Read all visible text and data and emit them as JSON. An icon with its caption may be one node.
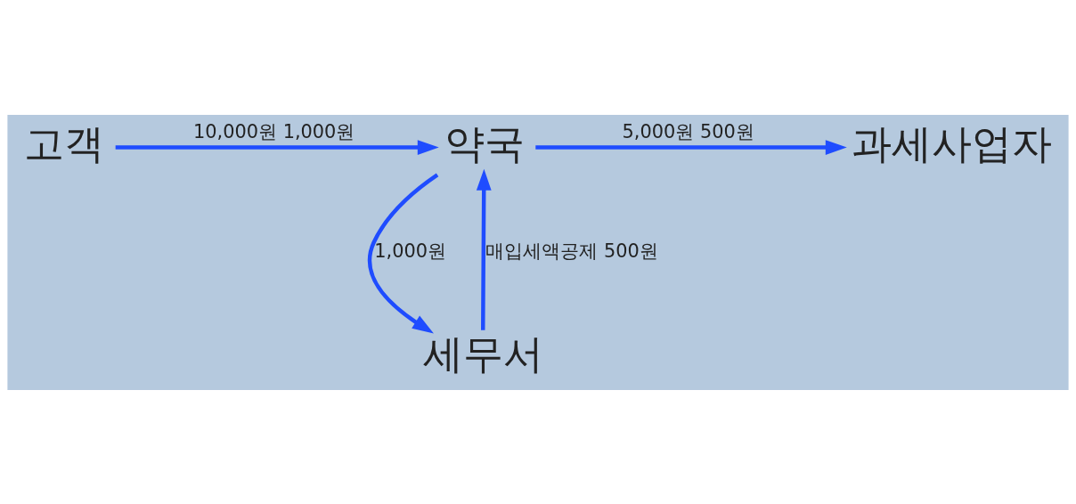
{
  "diagram": {
    "nodes": [
      {
        "text": [
          "과세사업자"
        ]
      },
      {
        "text": [
          "약국"
        ]
      },
      {
        "text": [
          "고객"
        ]
      },
      {
        "text": [
          "세무서"
        ]
      }
    ],
    "edges": [
      {
        "from": 1,
        "to": 0,
        "arrow": "to",
        "label": "5,000원 500원"
      },
      {
        "from": 2,
        "to": 1,
        "arrow": "to",
        "label": "10,000원 1,000원"
      },
      {
        "from": 3,
        "to": 1,
        "arrow": "to",
        "label": "매입세액공제 500원"
      },
      {
        "from": 1,
        "to": 3,
        "arrow": "to",
        "label": "1,000원"
      }
    ]
  }
}
